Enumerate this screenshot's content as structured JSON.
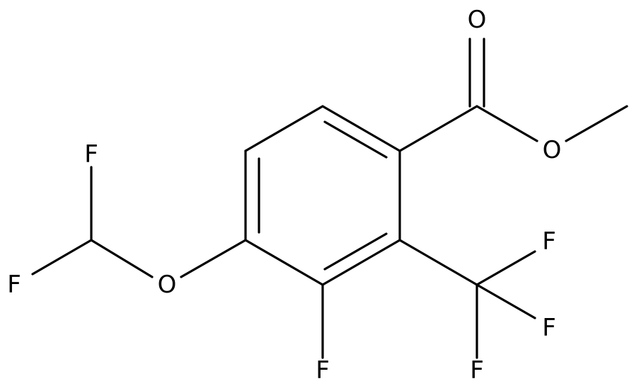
{
  "molecule": {
    "atoms": [
      {
        "id": "o_carbonyl",
        "label": "O"
      },
      {
        "id": "o_ester",
        "label": "O"
      },
      {
        "id": "o_ether",
        "label": "O"
      },
      {
        "id": "f_chf2_top",
        "label": "F"
      },
      {
        "id": "f_chf2_left",
        "label": "F"
      },
      {
        "id": "f_ring",
        "label": "F"
      },
      {
        "id": "f_cf3_a",
        "label": "F"
      },
      {
        "id": "f_cf3_b",
        "label": "F"
      },
      {
        "id": "f_cf3_c",
        "label": "F"
      }
    ]
  }
}
